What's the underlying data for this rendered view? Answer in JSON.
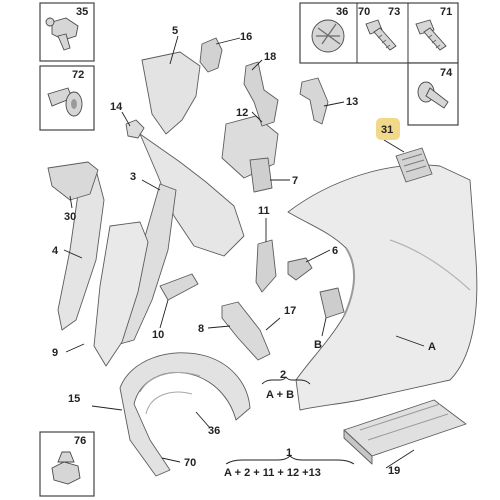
{
  "callouts": {
    "c1": "1",
    "c2": "2",
    "c3": "3",
    "c4": "4",
    "c5": "5",
    "c6": "6",
    "c7": "7",
    "c8": "8",
    "c9": "9",
    "c10": "10",
    "c11": "11",
    "c12": "12",
    "c13": "13",
    "c14": "14",
    "c15": "15",
    "c16": "16",
    "c17": "17",
    "c18": "18",
    "c19": "19",
    "c30": "30",
    "c31": "31",
    "c36": "36",
    "c70": "70",
    "cA": "A",
    "cB": "B"
  },
  "hardware_boxes": {
    "b35": "35",
    "b72": "72",
    "b36": "36",
    "b70": "70",
    "b73": "73",
    "b71": "71",
    "b74": "74",
    "b76": "76"
  },
  "formulas": {
    "f2": "A + B",
    "f1": "A + 2 + 11 + 12 +13"
  },
  "colors": {
    "highlight": "#f2d98a",
    "part_fill": "#e6e6e6",
    "part_dark": "#c9c9c9",
    "outline": "#444444"
  }
}
